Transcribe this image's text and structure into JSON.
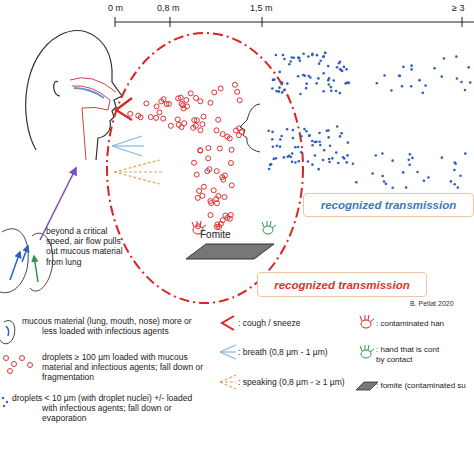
{
  "diagram": {
    "nodes": [
      {
        "text": [
          "recognized transmission"
        ]
      },
      {
        "text": [
          "Fomite"
        ]
      },
      {
        "text": [
          "recognized transmission"
        ]
      }
    ],
    "labels": [
      "0 m",
      "0,8 m",
      "1,5 m",
      "≥ 3",
      "beyond a critical speed, air flow pulls out mucous material from lung",
      "B. Pellat 2020"
    ],
    "legend": [
      {
        "text": "mucous material (lung, mouth, nose) more or less loaded with infectious agents"
      },
      {
        "text": "droplets ≥ 100 µm loaded with mucous material and infectious agents; fall down or fragmentation"
      },
      {
        "text": "droplets < 10 µm (with droplet nuclei) +/- loaded with infectious agents; fall down or evaporation"
      },
      {
        "text": ": cough / sneeze"
      },
      {
        "text": ": breath (0,8 µm - 1 µm)"
      },
      {
        "text": ": speaking (0,8 µm - ≥ 1 µm)"
      },
      {
        "text": ": contaminated han"
      },
      {
        "text": ": hand that is cont by contact"
      },
      {
        "text": ": fomite (contaminated su"
      }
    ]
  }
}
